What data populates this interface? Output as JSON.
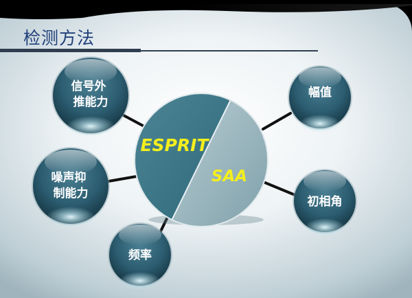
{
  "title": "检测方法",
  "center": {
    "left": "ESPRIT",
    "right": "SAA"
  },
  "nodes": [
    {
      "lines": [
        "信号外",
        "推能力"
      ]
    },
    {
      "lines": [
        "噪声抑",
        "制能力"
      ]
    },
    {
      "lines": [
        "频率"
      ]
    },
    {
      "lines": [
        "幅值"
      ]
    },
    {
      "lines": [
        "初相角"
      ]
    }
  ],
  "colors": {
    "title": "#1f3f79",
    "node_text": "#ffffff",
    "center_text": "#f4ee1e"
  }
}
